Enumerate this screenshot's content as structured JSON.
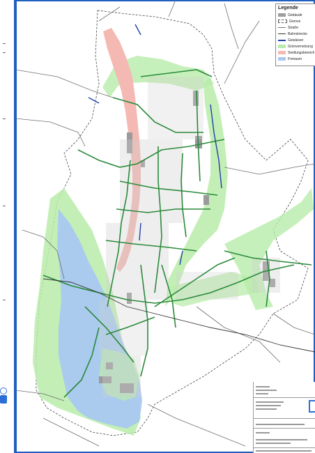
{
  "legend": {
    "title": "Legende",
    "items": [
      {
        "label": "Gebäude",
        "color": "#9e9e9e",
        "kind": "fill"
      },
      {
        "label": "Grenze",
        "color": "#555555",
        "kind": "dash"
      },
      {
        "label": "Straße",
        "color": "#777777",
        "kind": "line"
      },
      {
        "label": "Bahnstrecke",
        "color": "#333333",
        "kind": "line"
      },
      {
        "label": "Gewässer",
        "color": "#1f3fa6",
        "kind": "line"
      },
      {
        "label": "Grünvernetzung",
        "color": "#b8ecaa",
        "kind": "fill"
      },
      {
        "label": "Siedlungsbereich",
        "color": "#f4b9b2",
        "kind": "fill"
      },
      {
        "label": "Freiraum",
        "color": "#a9c8f0",
        "kind": "fill"
      }
    ]
  },
  "colors": {
    "green_zone": "#b8ecaa",
    "green_corridor": "#2a8a3a",
    "blue_zone": "#a9c8f0",
    "pink_axis": "#f4b9b2",
    "water": "#1f3fa6",
    "frame": "#1f5fbf"
  }
}
